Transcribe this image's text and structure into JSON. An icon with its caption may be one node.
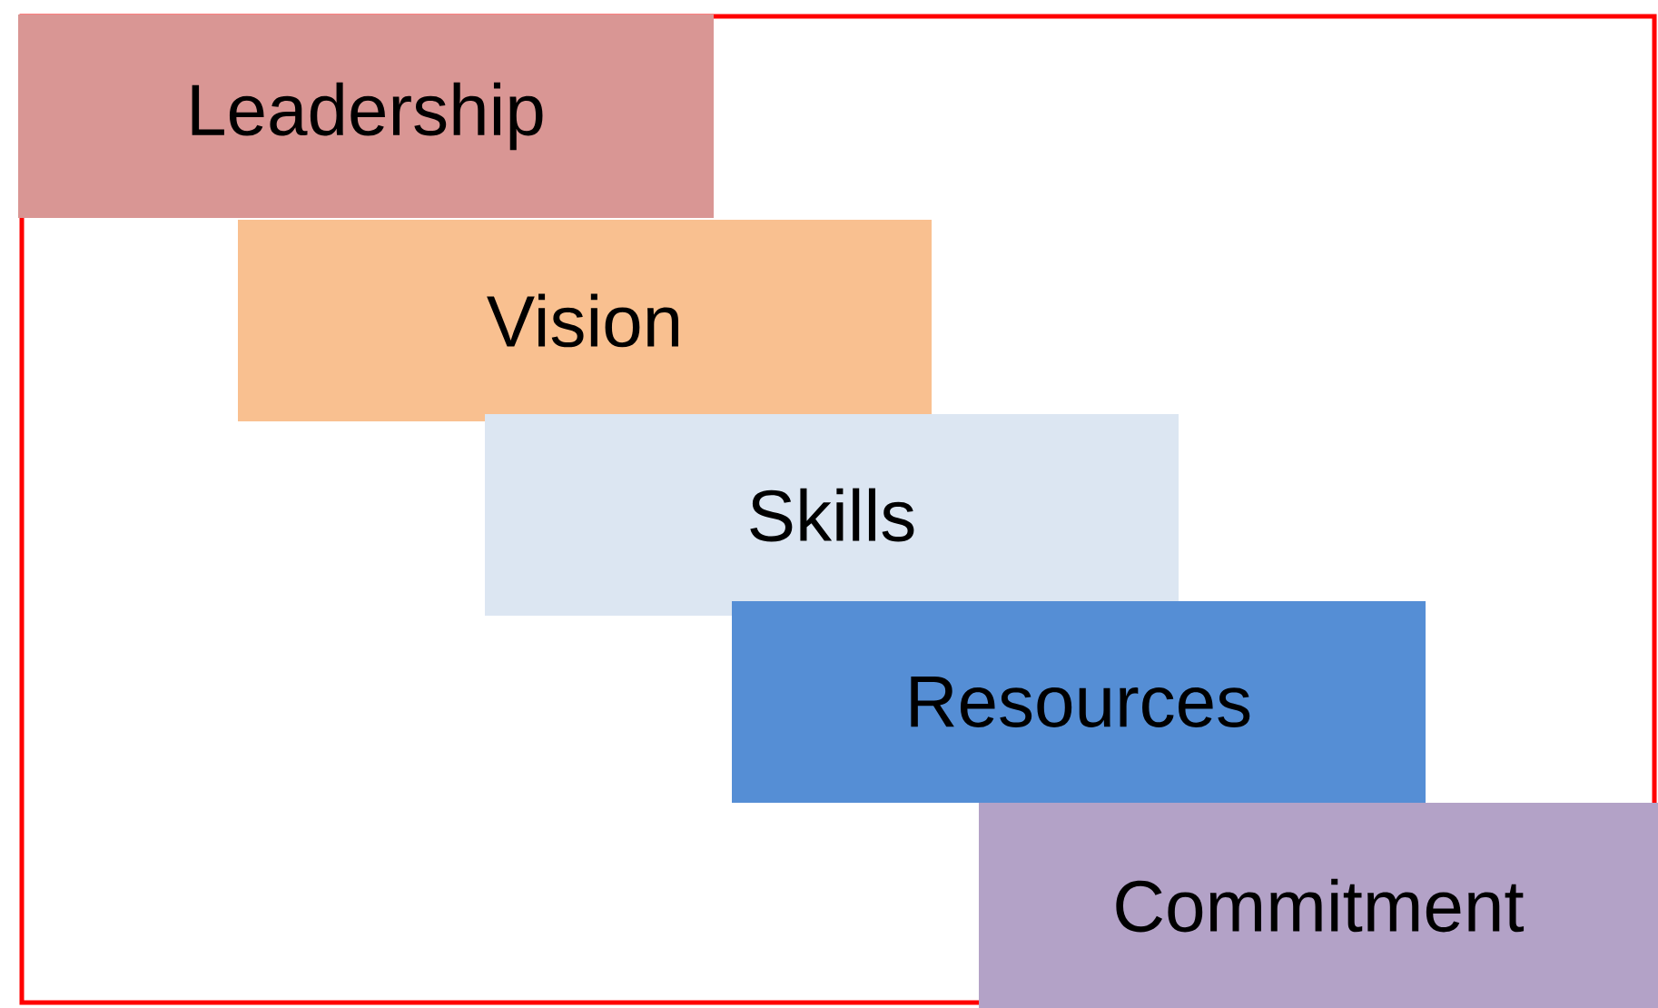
{
  "diagram": {
    "nodes": [
      {
        "text": [
          "Leadership"
        ]
      },
      {
        "text": [
          "Vision"
        ]
      },
      {
        "text": [
          "Skills"
        ]
      },
      {
        "text": [
          "Resources"
        ]
      },
      {
        "text": [
          "Commitment"
        ]
      }
    ]
  }
}
